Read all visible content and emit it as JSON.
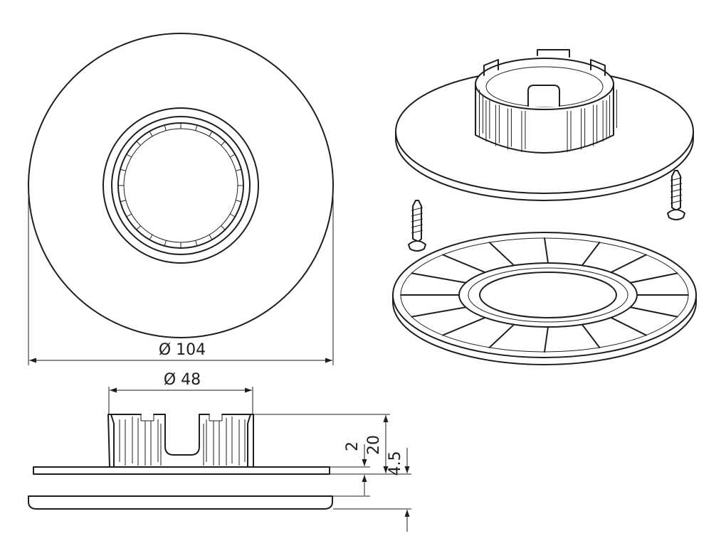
{
  "dimensions": {
    "outer_diameter": "Ø 104",
    "inner_diameter": "Ø 48",
    "height_small": "2",
    "height_total": "20",
    "thickness": "4.5"
  },
  "colors": {
    "line": "#1e1e1e",
    "background": "#ffffff"
  }
}
